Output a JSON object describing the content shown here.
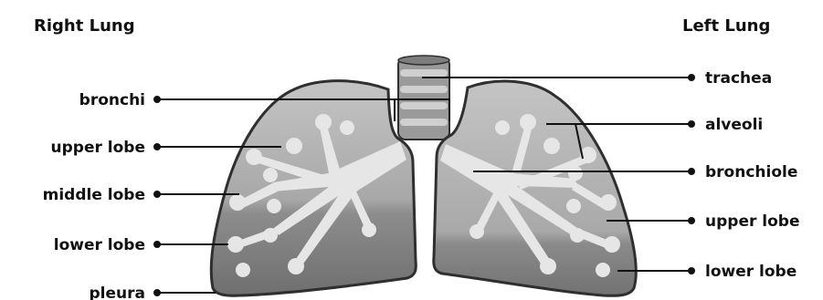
{
  "headers": {
    "right_lung": "Right Lung",
    "left_lung": "Left Lung"
  },
  "labels": {
    "left_side": [
      "bronchi",
      "upper lobe",
      "middle lobe",
      "lower lobe",
      "pleura"
    ],
    "right_side": [
      "trachea",
      "alveoli",
      "bronchiole",
      "upper lobe",
      "lower lobe"
    ]
  },
  "colors": {
    "text": "#111111",
    "lung_light": "#bdbdbd",
    "lung_dark": "#7a7a7a",
    "tree": "#e6e6e6",
    "outline": "#2f2f2f"
  }
}
